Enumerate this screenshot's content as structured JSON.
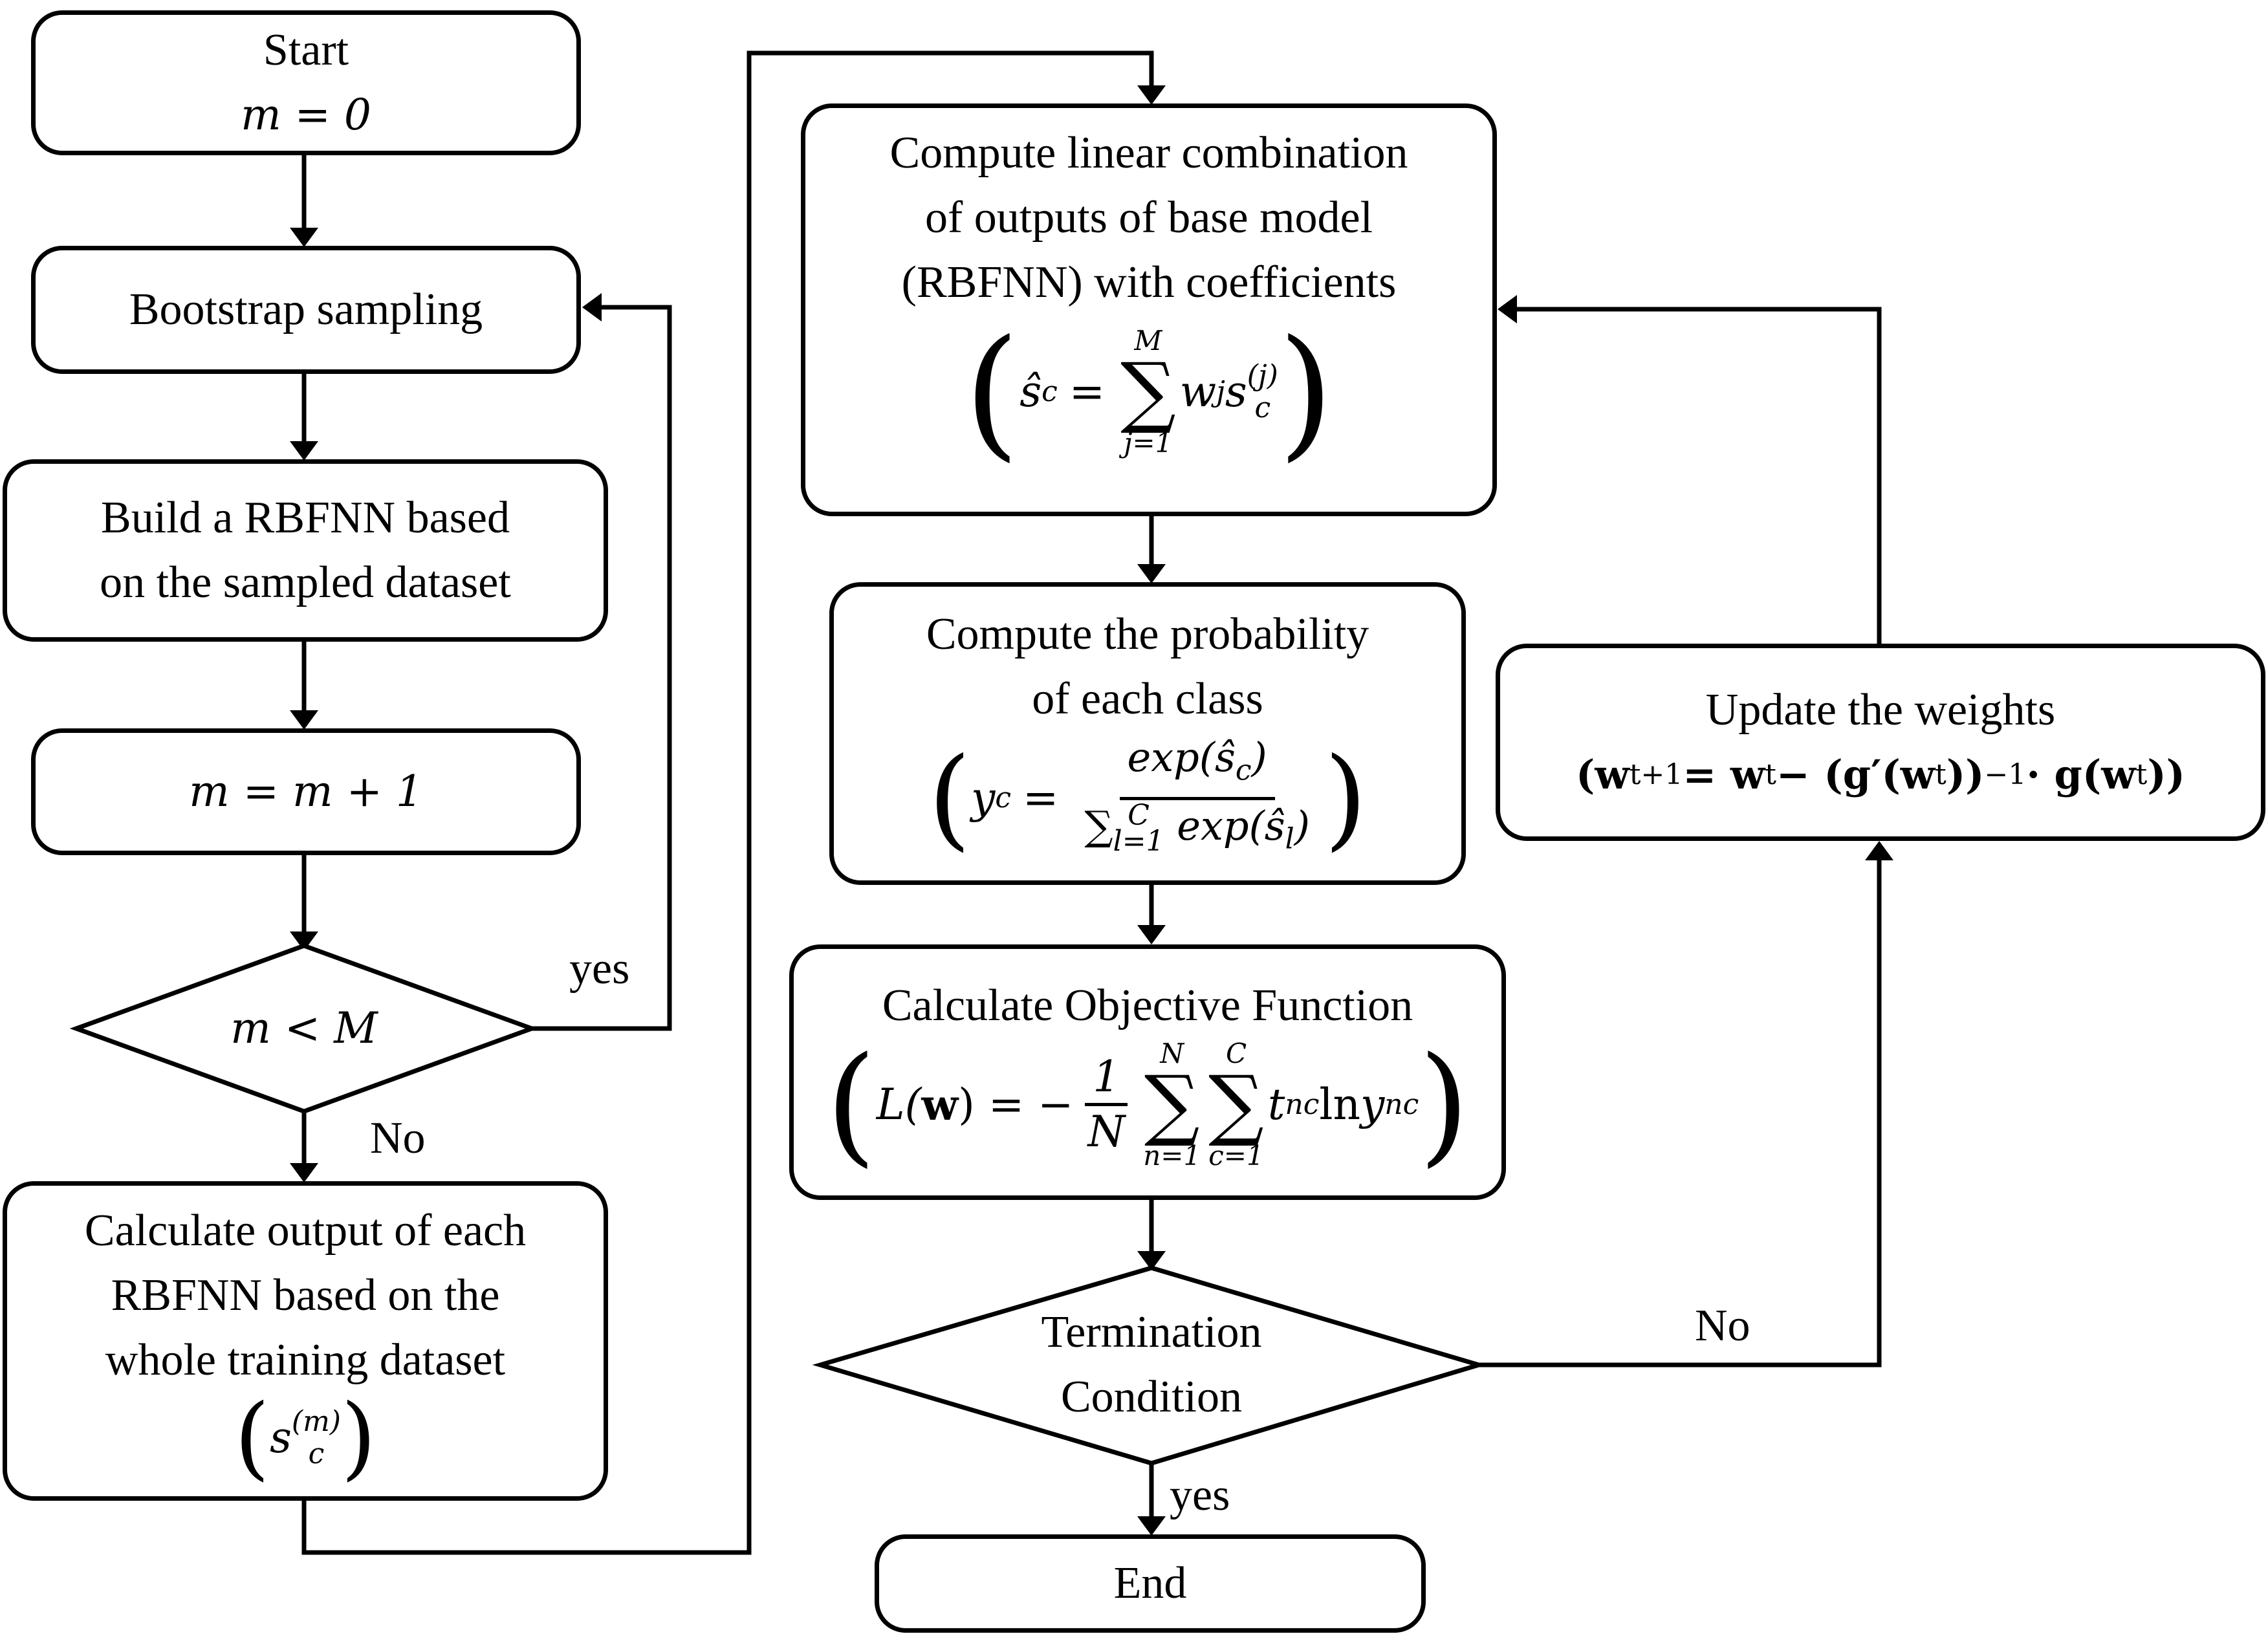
{
  "nodes": {
    "start": {
      "line1": "Start",
      "line2": "m = 0"
    },
    "bootstrap": {
      "text": "Bootstrap sampling"
    },
    "build": {
      "line1": "Build a RBFNN based",
      "line2": "on the sampled dataset"
    },
    "increment": {
      "text": "m = m + 1"
    },
    "decision_m": {
      "text": "m < M"
    },
    "calc_output": {
      "line1": "Calculate output of each",
      "line2": "RBFNN based on the",
      "line3": "whole training dataset",
      "formula_base": "s",
      "formula_sub": "c",
      "formula_sup": "(m)"
    },
    "linear_combo": {
      "line1": "Compute linear combination",
      "line2": "of outputs of base model",
      "line3": "(RBFNN) with coefficients",
      "formula_lhs": "ŝ",
      "formula_lhs_sub": "c",
      "formula_eq": "=",
      "formula_sum_top": "M",
      "formula_sum_bottom": "j=1",
      "formula_w": "w",
      "formula_w_sub": "j",
      "formula_s": "s",
      "formula_s_sub": "c",
      "formula_s_sup": "(j)"
    },
    "probability": {
      "line1": "Compute the probability",
      "line2": "of each class",
      "formula_lhs": "y",
      "formula_lhs_sub": "c",
      "formula_eq": "=",
      "formula_num": "exp(ŝ",
      "formula_num_sub": "c",
      "formula_num_close": ")",
      "formula_den_sum": "∑",
      "formula_den_sub": "l=1",
      "formula_den_sup": "C",
      "formula_den_rest": " exp(ŝ",
      "formula_den_rest_sub": "l",
      "formula_den_close": ")"
    },
    "objective": {
      "line1": "Calculate Objective Function",
      "formula_lhs": "L(",
      "formula_lhs_bold": "w",
      "formula_lhs_close": ") = −",
      "formula_frac_num": "1",
      "formula_frac_den": "N",
      "formula_sum1_top": "N",
      "formula_sum1_bottom": "n=1",
      "formula_sum2_top": "C",
      "formula_sum2_bottom": "c=1",
      "formula_t": "t",
      "formula_t_sub": "nc",
      "formula_ln": " ln ",
      "formula_y": "y",
      "formula_y_sub": "nc"
    },
    "termination": {
      "line1": "Termination",
      "line2": "Condition"
    },
    "end": {
      "text": "End"
    },
    "update": {
      "line1": "Update the weights",
      "formula": "(w",
      "formula_sub1": "t+1",
      "formula_mid1": " = w",
      "formula_sub2": "t",
      "formula_mid2": " − (g′(w",
      "formula_sub3": "t",
      "formula_mid3": "))",
      "formula_sup": "−1",
      "formula_mid4": " · g(w",
      "formula_sub4": "t",
      "formula_end": "))"
    }
  },
  "edge_labels": {
    "yes_loop": "yes",
    "no_exit": "No",
    "no_loop": "No",
    "yes_end": "yes"
  }
}
